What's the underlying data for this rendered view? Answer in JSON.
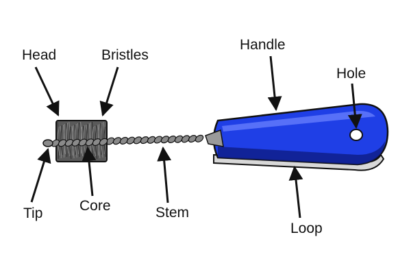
{
  "labels": {
    "head": "Head",
    "bristles": "Bristles",
    "handle": "Handle",
    "hole": "Hole",
    "tip": "Tip",
    "core": "Core",
    "stem": "Stem",
    "loop": "Loop"
  },
  "colors": {
    "handle": "#1f3fe6",
    "handle_dark": "#0f1f8a",
    "handle_highlight": "#6f86ff",
    "bristles": "#555555",
    "wire": "#8a8a8a",
    "outline": "#111111"
  }
}
